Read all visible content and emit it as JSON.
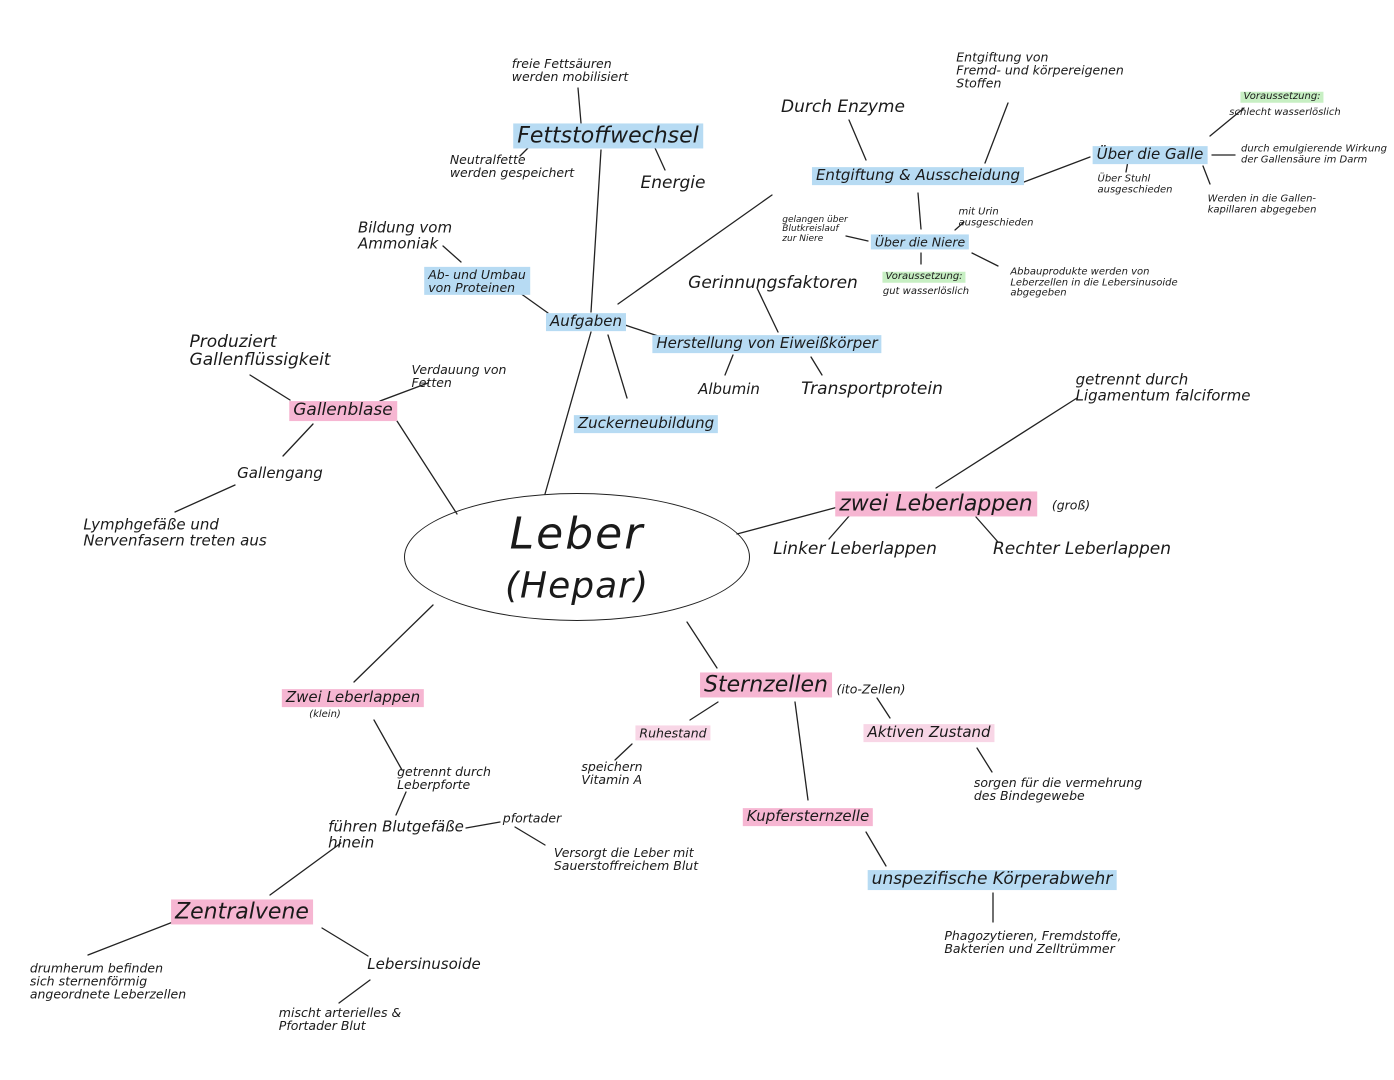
{
  "center": {
    "title": "Leber",
    "subtitle": "(Hepar)"
  },
  "aufgaben": {
    "label": "Aufgaben",
    "fettstoffwechsel": {
      "label": "Fettstoffwechsel",
      "fettsaeuren": "freie Fettsäuren\nwerden mobilisiert",
      "neutralfette": "Neutralfette\nwerden gespeichert",
      "energie": "Energie"
    },
    "proteine": {
      "label": "Ab- und Umbau\nvon Proteinen",
      "ammoniak": "Bildung vom\nAmmoniak"
    },
    "zucker": "Zuckerneubildung",
    "eiweiss": {
      "label": "Herstellung von Eiweißkörper",
      "gerinnung": "Gerinnungsfaktoren",
      "albumin": "Albumin",
      "transport": "Transportprotein"
    },
    "entgiftung": {
      "label": "Entgiftung & Ausscheidung",
      "enzyme": "Durch Enzyme",
      "stoffe": "Entgiftung von\nFremd- und körpereigenen\nStoffen",
      "galle": {
        "label": "Über die Galle",
        "voraussetzung": "Voraussetzung:",
        "schlecht": "schlecht wasserlöslich",
        "emulgierend": "durch emulgierende Wirkung\nder Gallensäure im Darm",
        "stuhl": "Über Stuhl\nausgeschieden",
        "kapillaren": "Werden in die Gallen-\nkapillaren abgegeben"
      },
      "niere": {
        "label": "Über die Niere",
        "urin": "mit Urin\nausgeschieden",
        "blutkreislauf": "gelangen über\nBlutkreislauf\nzur Niere",
        "voraussetzung": "Voraussetzung:",
        "gut": "gut wasserlöslich",
        "abbau": "Abbauprodukte werden von\nLeberzellen in die Lebersinusoide\nabgegeben"
      }
    }
  },
  "gallenblase": {
    "label": "Gallenblase",
    "produziert": "Produziert\nGallenflüssigkeit",
    "verdauung": "Verdauung von\nFetten",
    "gallengang": "Gallengang",
    "lymph": "Lymphgefäße und\nNervenfasern treten aus"
  },
  "leberlappen_gross": {
    "label": "zwei Leberlappen",
    "size": "(groß)",
    "getrennt": "getrennt durch\nLigamentum falciforme",
    "links": "Linker Leberlappen",
    "rechts": "Rechter Leberlappen"
  },
  "leberlappen_klein": {
    "label": "Zwei Leberlappen",
    "size": "(klein)",
    "getrennt": "getrennt durch\nLeberpforte",
    "blutgefaesse": "führen Blutgefäße\nhinein",
    "pfortader": "pfortader",
    "versorgt": "Versorgt die Leber mit\nSauerstoffreichem Blut",
    "zentralvene": "Zentralvene",
    "drumherum": "drumherum befinden\nsich sternenförmig\nangeordnete Leberzellen",
    "sinusoide": "Lebersinusoide",
    "mischt": "mischt arterielles &\nPfortader Blut"
  },
  "sternzellen": {
    "label": "Sternzellen",
    "ito": "(ito-Zellen)",
    "ruhestand": "Ruhestand",
    "vitamin": "speichern\nVitamin A",
    "aktiv": "Aktiven Zustand",
    "bindegewebe": "sorgen für die vermehrung\ndes Bindegewebe",
    "kupffer": "Kupfersternzelle",
    "abwehr": "unspezifische Körperabwehr",
    "phago": "Phagozytieren, Fremdstoffe,\nBakterien und Zelltrümmer"
  }
}
